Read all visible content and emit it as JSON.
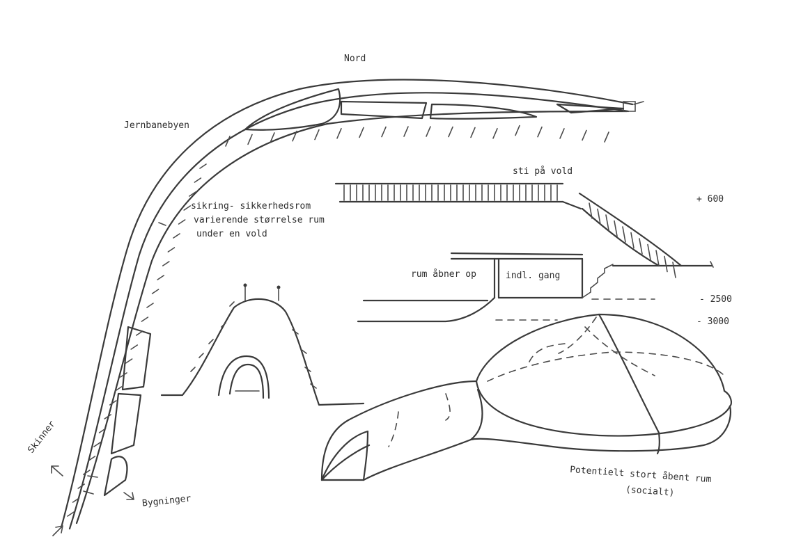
{
  "labels": {
    "north": "Nord",
    "railway_town": "Jernbanebyen",
    "rails": "Skinner",
    "buildings": "Bygninger",
    "path_on_embankment": "sti på vold",
    "shelter_line1": "sikring- sikkerhedsrom",
    "shelter_line2": "varierende størrelse rum",
    "shelter_line3": "under en vold",
    "room_opens_up": "rum åbner op",
    "inner_corridor": "indl. gang",
    "level_plus_600": "+ 600",
    "level_minus_2500": "- 2500",
    "level_minus_3000": "- 3000",
    "open_room_line1": "Potentielt stort åbent rum",
    "open_room_line2": "(socialt)"
  }
}
